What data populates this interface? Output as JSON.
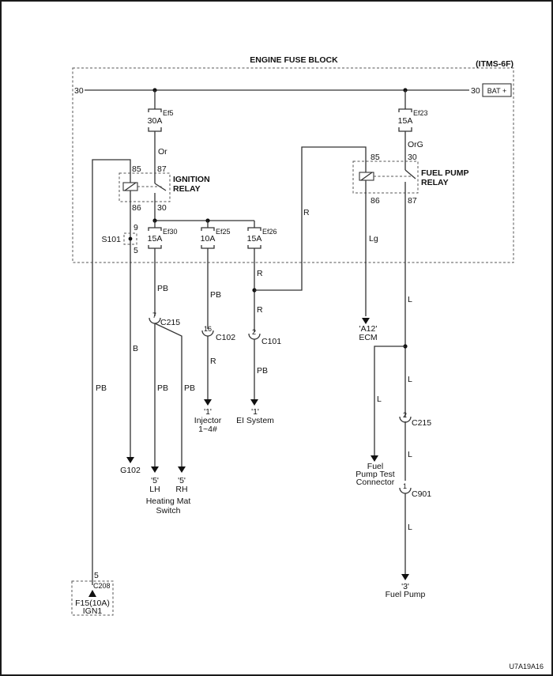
{
  "diagram": {
    "block_title": "ENGINE FUSE BLOCK",
    "block_code": "(ITMS-6F)",
    "figure_id": "U7A19A16",
    "battery": {
      "terminal_left": "30",
      "terminal_right": "30",
      "label": "BAT +"
    },
    "fuses": [
      {
        "id": "Ef5",
        "rating": "30A"
      },
      {
        "id": "Ef23",
        "rating": "15A"
      },
      {
        "id": "Ef30",
        "rating": "15A"
      },
      {
        "id": "Ef25",
        "rating": "10A"
      },
      {
        "id": "Ef26",
        "rating": "15A"
      }
    ],
    "relays": {
      "ignition": {
        "line1": "IGNITION",
        "line2": "RELAY",
        "pins": {
          "p85": "85",
          "p87": "87",
          "p86": "86",
          "p30": "30"
        }
      },
      "fuel_pump": {
        "line1": "FUEL PUMP",
        "line2": "RELAY",
        "pins": {
          "p85": "85",
          "p30": "30",
          "p86": "86",
          "p87": "87"
        }
      }
    },
    "splice": {
      "id": "S101",
      "pin_top": "9",
      "pin_bottom": "5"
    },
    "wire_colors": {
      "ef5_out": "Or",
      "ef23_out": "OrG",
      "ecm_feed": "Lg",
      "relay_r": "R",
      "ef30_out": "PB",
      "ef25_out": "PB",
      "ef26_out": "R",
      "ef26_junction_down": "R",
      "c101_out": "PB",
      "c102_out": "R",
      "ground_wire": "B",
      "ign_feed": "PB",
      "lh_wire": "PB",
      "rh_wire": "PB",
      "fp_out": "L",
      "fp_mid": "L",
      "fp_test": "L",
      "fp_c215_out": "L",
      "fp_c901_out": "L"
    },
    "connectors": {
      "c215_left": {
        "id": "C215",
        "pin": "7"
      },
      "c102": {
        "id": "C102",
        "pin": "16"
      },
      "c101": {
        "id": "C101",
        "pin": "2"
      },
      "c215_right": {
        "id": "C215",
        "pin": "2"
      },
      "c901": {
        "id": "C901",
        "pin": "1"
      },
      "c208": {
        "id": "C208",
        "pin": "5"
      }
    },
    "destinations": {
      "g102": "G102",
      "lh_pin": "'5'",
      "lh": "LH",
      "rh_pin": "'5'",
      "rh": "RH",
      "heating_mat_1": "Heating Mat",
      "heating_mat_2": "Switch",
      "injector_pin": "'1'",
      "injector_1": "Injector",
      "injector_2": "1~4#",
      "ei_pin": "'1'",
      "ei": "EI System",
      "ecm_pin": "'A12'",
      "ecm": "ECM",
      "fp_test_1": "Fuel",
      "fp_test_2": "Pump Test",
      "fp_test_3": "Connector",
      "fuel_pump_pin": "'3'",
      "fuel_pump": "Fuel Pump",
      "ign_fuse_1": "F15(10A)",
      "ign_fuse_2": "IGN1"
    }
  }
}
